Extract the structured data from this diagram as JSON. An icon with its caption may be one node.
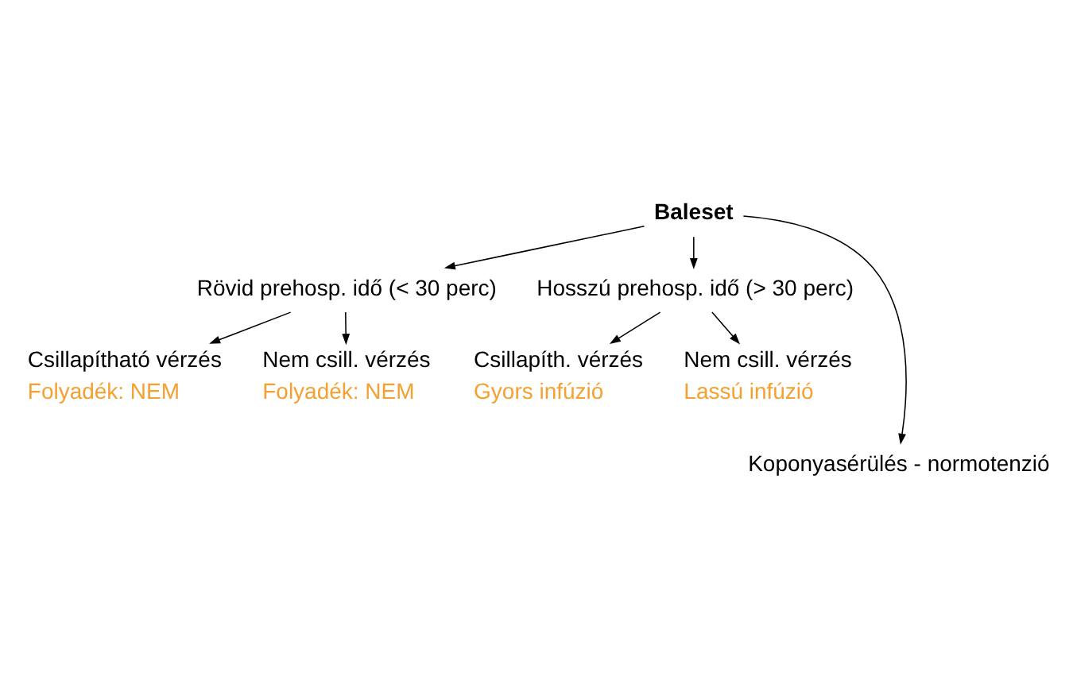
{
  "diagram": {
    "nodes": [
      {
        "text": [
          "Baleset"
        ]
      },
      {
        "text": [
          "Rövid prehosp. idő (< 30 perc)"
        ]
      },
      {
        "text": [
          "Hosszú prehosp. idő (> 30 perc)"
        ]
      },
      {
        "text": [
          "Csillapítható vérzés"
        ],
        "beside": [
          "Folyadék: NEM"
        ]
      },
      {
        "text": [
          "Nem csill. vérzés"
        ],
        "beside": [
          "Folyadék: NEM"
        ]
      },
      {
        "text": [
          "Csillapíth. vérzés"
        ],
        "beside": [
          "Gyors infúzió"
        ]
      },
      {
        "text": [
          "Nem csill. vérzés"
        ],
        "beside": [
          "Lassú infúzió"
        ]
      },
      {
        "text": [
          "Koponyasérülés - normotenzió"
        ]
      }
    ],
    "edges": [
      {
        "from": 0,
        "to": 1,
        "arrow": "to"
      },
      {
        "from": 0,
        "to": 2,
        "arrow": "to"
      },
      {
        "from": 0,
        "to": 7,
        "arrow": "to"
      },
      {
        "from": 1,
        "to": 3,
        "arrow": "to"
      },
      {
        "from": 1,
        "to": 4,
        "arrow": "to"
      },
      {
        "from": 2,
        "to": 5,
        "arrow": "to"
      },
      {
        "from": 2,
        "to": 6,
        "arrow": "to"
      }
    ]
  }
}
